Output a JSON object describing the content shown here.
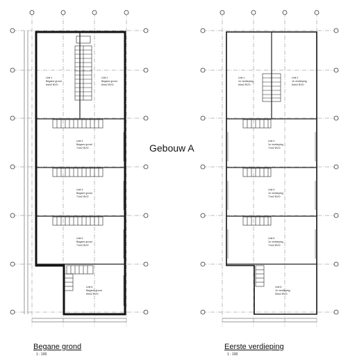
{
  "building_label": "Gebouw A",
  "floors": [
    {
      "title": "Begane grond",
      "scale": "1 : 100",
      "units": [
        {
          "lines": [
            "Unit 1",
            "Begane grond",
            "64m2 BVO"
          ]
        },
        {
          "lines": [
            "Unit 2",
            "Begane grond",
            "64m2 BVO"
          ]
        },
        {
          "lines": [
            "Unit 3",
            "Begane grond",
            "71m2 BVO"
          ]
        },
        {
          "lines": [
            "Unit 4",
            "Begane grond",
            "71m2 BVO"
          ]
        },
        {
          "lines": [
            "Unit 5",
            "Begane grond",
            "71m2 BVO"
          ]
        },
        {
          "lines": [
            "Unit 6",
            "Begane grond",
            "50m2 BVO"
          ]
        }
      ]
    },
    {
      "title": "Eerste verdieping",
      "scale": "1 : 100",
      "units": [
        {
          "lines": [
            "Unit 1",
            "1e verdieping",
            "64m2 BVO"
          ]
        },
        {
          "lines": [
            "Unit 2",
            "1e verdieping",
            "64m2 BVO"
          ]
        },
        {
          "lines": [
            "Unit 3",
            "1e verdieping",
            "71m2 BVO"
          ]
        },
        {
          "lines": [
            "Unit 4",
            "1e verdieping",
            "71m2 BVO"
          ]
        },
        {
          "lines": [
            "Unit 5",
            "1e verdieping",
            "71m2 BVO"
          ]
        },
        {
          "lines": [
            "Unit 6",
            "1e verdieping",
            "50m2 BVO"
          ]
        }
      ]
    }
  ]
}
